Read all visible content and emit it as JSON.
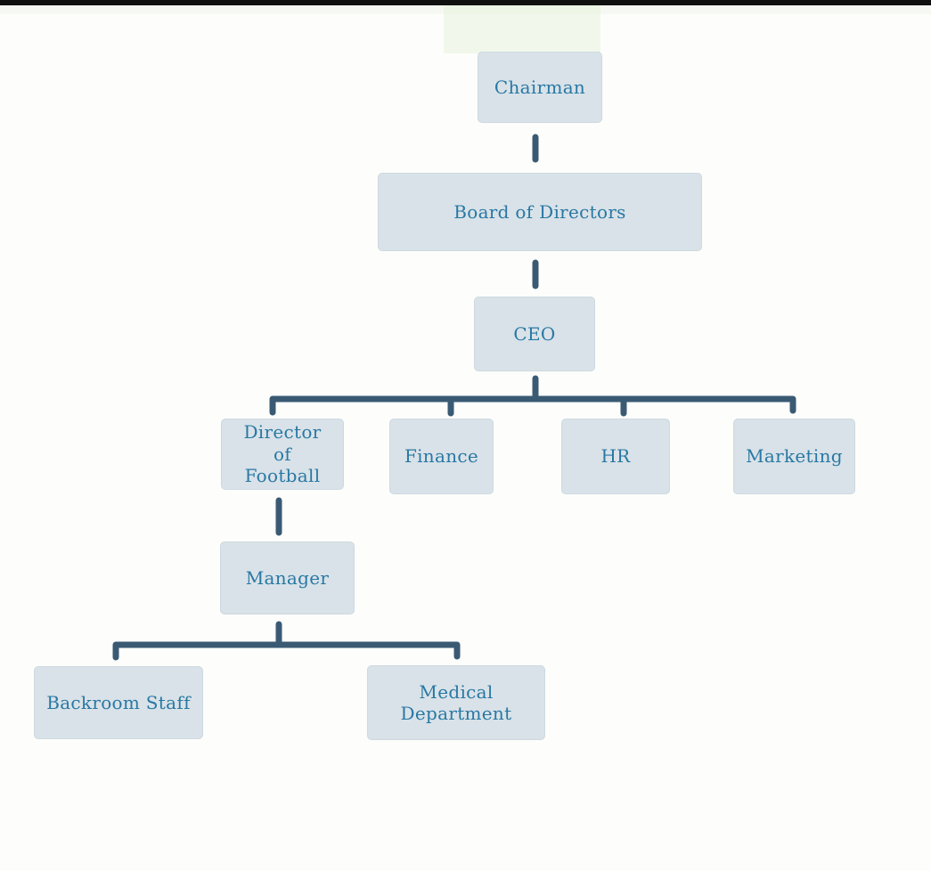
{
  "theme": {
    "background": "#fdfefb",
    "top_bar_color": "#101010",
    "node_fill": "#d9e2e8",
    "node_border": "#cdd9e0",
    "node_text_color": "#2878a4",
    "connector_color": "#3a5a74"
  },
  "org_chart": {
    "type": "organization-chart",
    "nodes": [
      {
        "id": "chairman",
        "label": "Chairman"
      },
      {
        "id": "board_of_directors",
        "label": "Board of Directors"
      },
      {
        "id": "ceo",
        "label": "CEO"
      },
      {
        "id": "director_of_football",
        "label": "Director of Football"
      },
      {
        "id": "finance",
        "label": "Finance"
      },
      {
        "id": "hr",
        "label": "HR"
      },
      {
        "id": "marketing",
        "label": "Marketing"
      },
      {
        "id": "manager",
        "label": "Manager"
      },
      {
        "id": "backroom_staff",
        "label": "Backroom Staff"
      },
      {
        "id": "medical_department",
        "label": "Medical Department"
      }
    ],
    "edges": [
      {
        "from": "chairman",
        "to": "board_of_directors"
      },
      {
        "from": "board_of_directors",
        "to": "ceo"
      },
      {
        "from": "ceo",
        "to": "director_of_football"
      },
      {
        "from": "ceo",
        "to": "finance"
      },
      {
        "from": "ceo",
        "to": "hr"
      },
      {
        "from": "ceo",
        "to": "marketing"
      },
      {
        "from": "director_of_football",
        "to": "manager"
      },
      {
        "from": "manager",
        "to": "backroom_staff"
      },
      {
        "from": "manager",
        "to": "medical_department"
      }
    ]
  }
}
